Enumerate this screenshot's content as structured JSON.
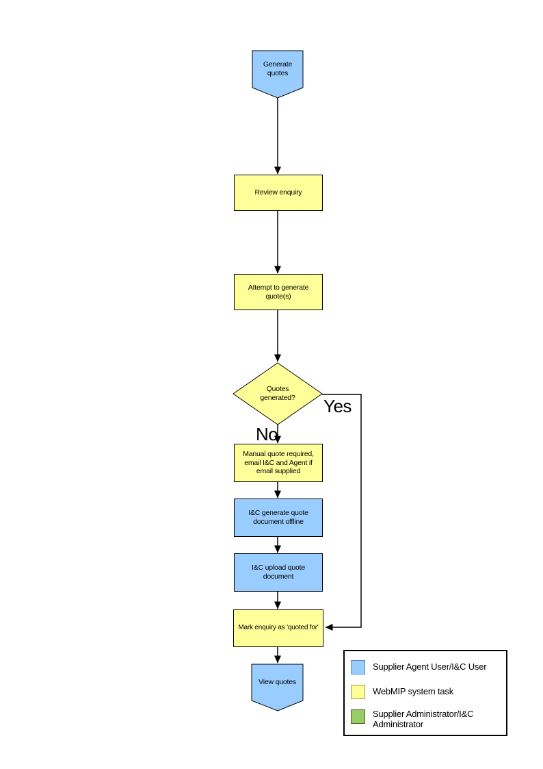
{
  "palette": {
    "actor_blue": "#99CCFF",
    "system_yellow": "#FFFF99",
    "admin_green": "#99CC66",
    "line_black": "#000000"
  },
  "flowchart": {
    "nodes": {
      "start": {
        "label": "Generate quotes",
        "type": "terminator",
        "color": "#99CCFF"
      },
      "review": {
        "label": "Review enquiry",
        "type": "process",
        "color": "#FFFF99"
      },
      "attempt": {
        "label": "Attempt to generate quote(s)",
        "type": "process",
        "color": "#FFFF99"
      },
      "decision": {
        "label": "Quotes generated?",
        "type": "decision",
        "color": "#FFFF99"
      },
      "manual": {
        "label": "Manual quote required, email I&C and Agent if email supplied",
        "type": "process",
        "color": "#FFFF99"
      },
      "offline": {
        "label": "I&C generate quote document offline",
        "type": "process",
        "color": "#99CCFF"
      },
      "upload": {
        "label": "I&C upload quote document",
        "type": "process",
        "color": "#99CCFF"
      },
      "mark": {
        "label": "Mark enquiry as 'quoted for'",
        "type": "process",
        "color": "#FFFF99"
      },
      "end": {
        "label": "View quotes",
        "type": "terminator",
        "color": "#99CCFF"
      }
    },
    "branches": {
      "yes": "Yes",
      "no": "No"
    }
  },
  "legend": {
    "items": [
      {
        "label": "Supplier Agent User/I&C User",
        "color": "#99CCFF"
      },
      {
        "label": "WebMIP system task",
        "color": "#FFFF99"
      },
      {
        "label": "Supplier Administrator/I&C Administrator",
        "color": "#99CC66"
      }
    ]
  }
}
